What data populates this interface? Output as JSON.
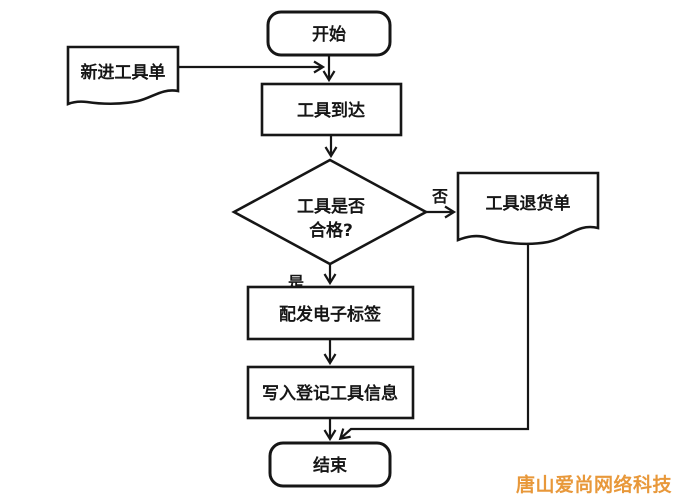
{
  "flowchart": {
    "title": "tool-intake-registration-flow",
    "nodes": {
      "start": {
        "type": "terminator",
        "label": "开始"
      },
      "new_tool_doc": {
        "type": "document",
        "label": "新进工具单"
      },
      "tool_arrival": {
        "type": "process",
        "label": "工具到达"
      },
      "decision": {
        "type": "decision",
        "line1": "工具是否",
        "line2": "合格?"
      },
      "return_doc": {
        "type": "document",
        "label": "工具退货单"
      },
      "assign_tag": {
        "type": "process",
        "label": "配发电子标签"
      },
      "write_info": {
        "type": "process",
        "label": "写入登记工具信息"
      },
      "end": {
        "type": "terminator",
        "label": "结束"
      }
    },
    "edge_labels": {
      "no": "否",
      "yes": "是"
    },
    "colors": {
      "stroke": "#161616",
      "fill": "#ffffff"
    }
  },
  "watermark": {
    "text": "唐山爱尚网络科技",
    "color": "#e8983a"
  }
}
